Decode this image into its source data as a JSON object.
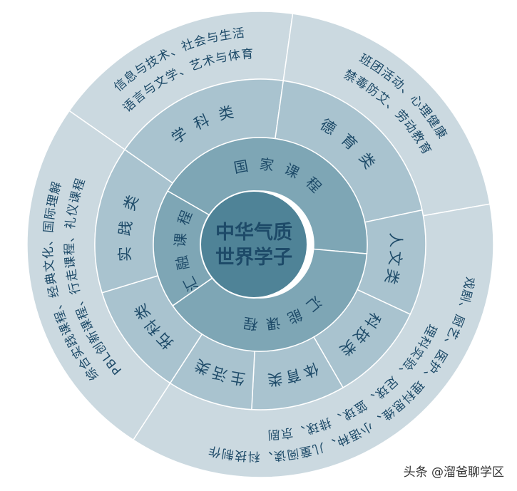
{
  "center": {
    "line1": "中华气质",
    "line2": "世界学子"
  },
  "ring_courses": [
    {
      "label": "国家课程"
    },
    {
      "label": "汇能课程"
    },
    {
      "label": "汇融课程"
    }
  ],
  "ring_categories": [
    {
      "label": "学科类"
    },
    {
      "label": "德育类"
    },
    {
      "label": "人文类"
    },
    {
      "label": "科技类"
    },
    {
      "label": "体育类"
    },
    {
      "label": "生活类"
    },
    {
      "label": "拓科类"
    },
    {
      "label": "实践类"
    }
  ],
  "ring_details": [
    {
      "outer": "信息与技术、社会与生活",
      "inner": "语言与文学、艺术与体育"
    },
    {
      "outer": "班团活动、心理健康",
      "inner": "禁毒防艾、劳动教育"
    },
    {
      "outer": "戏剧、厨艺、医护、理科思维、小语种、儿童阅读、科技制作",
      "inner": "理科实验、足球、篮球、排球、京剧"
    },
    {
      "outer": "综合实践课程、经典文化、国际理解",
      "inner": "PBL创新课程、行走课程、礼仪课程"
    }
  ],
  "watermark": "头条 @溜爸聊学区",
  "colors": {
    "center": "#4f8397",
    "courses": "#7ea6b5",
    "categories": "#a9c3cf",
    "details": "#cbd9e0",
    "text": "#1d4a68",
    "divider": "#ffffff"
  }
}
